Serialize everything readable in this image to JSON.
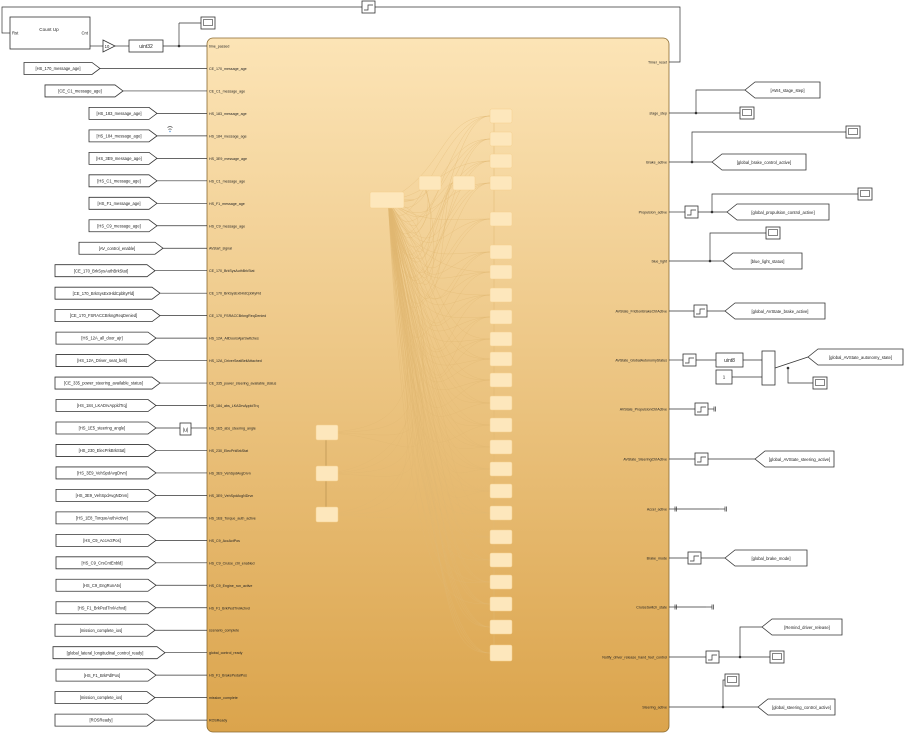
{
  "colors": {
    "subsystem_top": "#fce4b6",
    "subsystem_bottom": "#dba44c",
    "inner_block": "#fde7bc",
    "line": "#333333"
  },
  "counter": {
    "title": "Count Up",
    "port_left": "Rst",
    "port_right": "Cnt",
    "gain": "10",
    "convert": "uint32"
  },
  "subsystem": {
    "inputs": [
      "time_passed",
      "CE_170_message_age",
      "CE_C1_message_age",
      "HS_183_message_age",
      "HS_184_message_age",
      "HS_3E9_message_age",
      "HS_C1_message_age",
      "HS_F1_message_age",
      "HS_C9_message_age",
      "AVstart_signal",
      "CE_170_BrkSysAuthBrkStat",
      "CE_170_BrkSysExtHldCpbltyFld",
      "CE_170_FSRACCBrkngReqDenied",
      "HS_12A_AllDoorsAjarSwitches",
      "HS_12A_DriverSeatBeltAttached",
      "CE_335_power_steering_available_status",
      "HS_184_abs_LKADrvAppldTrq",
      "HS_1E5_abs_steering_angle",
      "HS_230_ElecPrkBrkStat",
      "HS_3E9_VehSpdAvgDrvn",
      "HS_3E9_VehSpdAvgNDrvn",
      "HS_1E8_Torque_auth_active",
      "HS_C9_AccActPos",
      "HS_C9_Cruise_ctrl_enabled",
      "HS_C9_Engine_run_active",
      "HS_F1_BrkPedTrvlAchvd",
      "scenario_complete",
      "global_control_ready",
      "HS_F1_BrakePedalPos",
      "mission_complete",
      "ROSReady"
    ],
    "outputs": [
      "Timer_reset",
      "stage_step",
      "Brake_active",
      "Propulsion_active",
      "blue_light",
      "AVState_FrictionBrakeCtrlActive",
      "AVState_GlobalAutonomyStatus",
      "AVState_PropulsionCtrlActive",
      "AVState_SteeringCtrlActive",
      "Accel_active",
      "Brake_mode",
      "CruiseSwitch_state",
      "Notify_driver_release_hand_feet_control",
      "Steering_active"
    ]
  },
  "from_tags": [
    "[HS_170_message_age]",
    "[CE_C1_message_age]",
    "[HS_183_message_age]",
    "[HS_184_message_age]",
    "[HS_3E9_message_age]",
    "[HS_C1_message_age]",
    "[HS_F1_message_age]",
    "[HS_C9_message_age]",
    "[AV_control_enable]",
    "[CE_170_BrkSysAuthBrkStat]",
    "[CE_170_BrkSysExtHldCpbltyFld]",
    "[CE_170_FSRACCBrkngReqDenied]",
    "[HS_12A_all_door_ajr]",
    "[HS_12A_Driver_seat_belt]",
    "[CE_335_power_steering_available_status]",
    "[HS_184_LKADrvAppldTrq]",
    "[HS_1E5_steering_angle]",
    "[HS_230_ElecPrkBrkStat]",
    "[HS_3E9_VehSpdAvgDrvn]",
    "[HS_3E9_VehSpdAvgNDrvn]",
    "[HS_1E8_TorqueAuthActive]",
    "[HS_C9_AccActPos]",
    "[HS_C9_CrsCntEnbld]",
    "[HS_C9_EngRunAtv]",
    "[HS_F1_BrkPedTrvlAchvd]",
    "[mission_complete_ios]",
    "[global_lateral_longitudinal_control_ready]",
    "[HS_F1_BrkPdlPos]",
    "[mission_complete_ios]",
    "[ROSReady]"
  ],
  "goto_tags": [
    "[AW4_stage_step]",
    "[global_brake_control_active]",
    "[global_propulsion_control_active]",
    "[blue_light_status]",
    "[global_AVState_brake_active]",
    "[global_AVState_autonomy_state]",
    "[global_AVState_steering_active]",
    "[global_brake_mode]",
    "[Remind_driver_release]",
    "[global_steering_control_active]"
  ],
  "abs_symbol": "|u|",
  "uint8_label": "uint8",
  "constant_value": "1"
}
